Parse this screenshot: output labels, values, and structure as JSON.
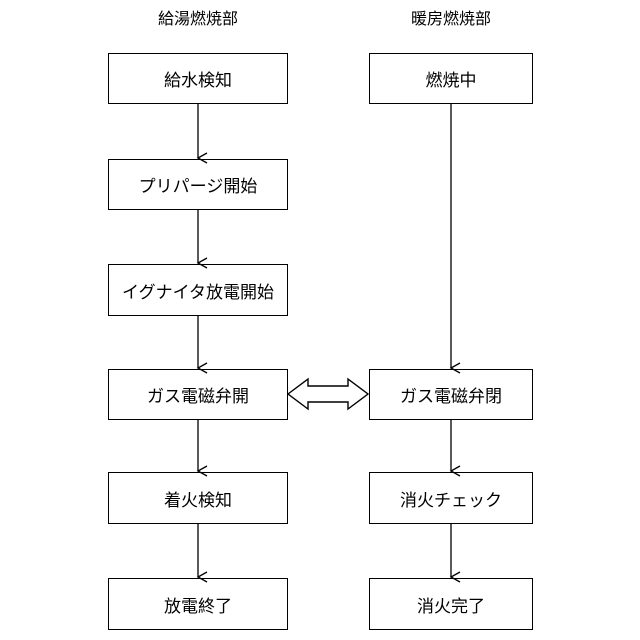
{
  "columns": {
    "left": {
      "title": "給湯燃焼部",
      "steps": [
        "給水検知",
        "プリパージ開始",
        "イグナイタ放電開始",
        "ガス電磁弁開",
        "着火検知",
        "放電終了"
      ]
    },
    "right": {
      "title": "暖房燃焼部",
      "steps": [
        "燃焼中",
        "ガス電磁弁閉",
        "消火チェック",
        "消火完了"
      ]
    }
  },
  "line_color": "#000000",
  "box_background": "#ffffff",
  "connector_icon": "double-headed-arrow"
}
